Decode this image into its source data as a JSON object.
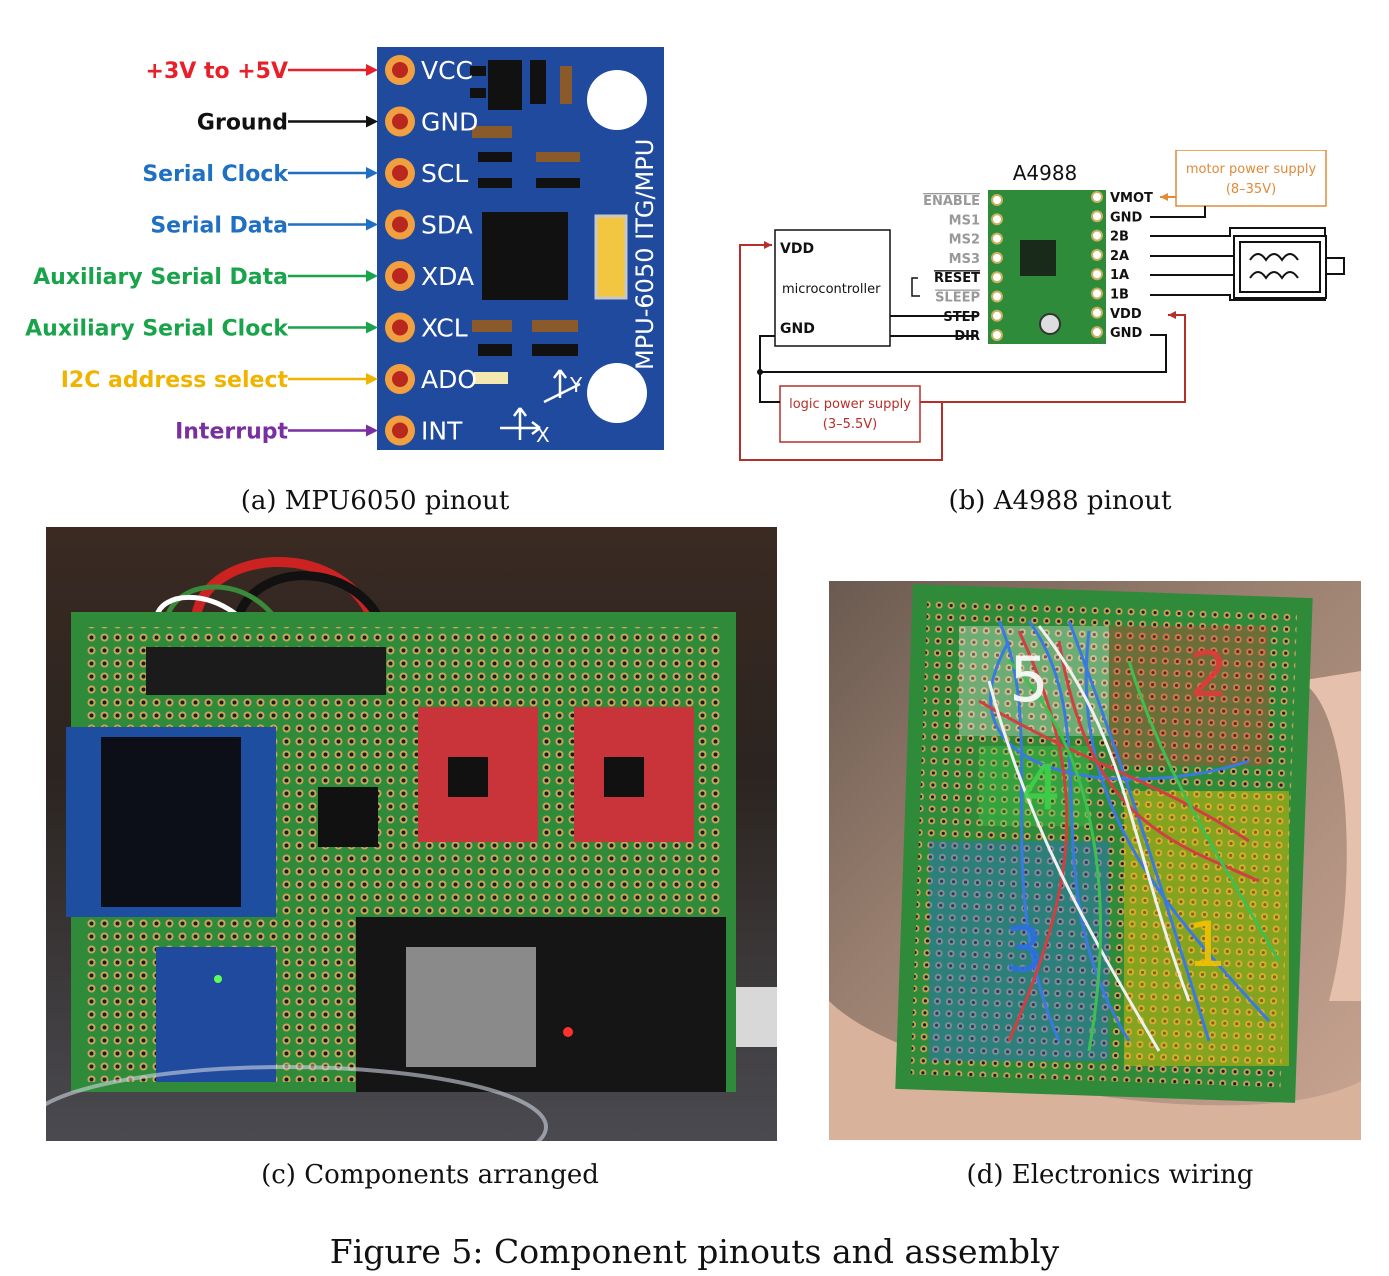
{
  "mpu": {
    "chip_label": "MPU-6050 ITG/MPU",
    "pins": [
      {
        "pin": "VCC",
        "desc": "+3V to +5V",
        "color": "#e8202a"
      },
      {
        "pin": "GND",
        "desc": "Ground",
        "color": "#111111"
      },
      {
        "pin": "SCL",
        "desc": "Serial Clock",
        "color": "#1f6fc2"
      },
      {
        "pin": "SDA",
        "desc": "Serial Data",
        "color": "#1f6fc2"
      },
      {
        "pin": "XDA",
        "desc": "Auxiliary Serial Data",
        "color": "#19a34a"
      },
      {
        "pin": "XCL",
        "desc": "Auxiliary Serial Clock",
        "color": "#19a34a"
      },
      {
        "pin": "ADO",
        "desc": "I2C address select",
        "color": "#f0b400"
      },
      {
        "pin": "INT",
        "desc": "Interrupt",
        "color": "#7a2fa0"
      }
    ],
    "axis_y": "Y",
    "axis_x": "X"
  },
  "a4988": {
    "title": "A4988",
    "left_pins": [
      {
        "label": "ENABLE",
        "style": "grey-over"
      },
      {
        "label": "MS1",
        "style": "grey"
      },
      {
        "label": "MS2",
        "style": "grey"
      },
      {
        "label": "MS3",
        "style": "grey"
      },
      {
        "label": "RESET",
        "style": "black-over"
      },
      {
        "label": "SLEEP",
        "style": "grey-over"
      },
      {
        "label": "STEP",
        "style": "black"
      },
      {
        "label": "DIR",
        "style": "black"
      }
    ],
    "right_pins": [
      "VMOT",
      "GND",
      "2B",
      "2A",
      "1A",
      "1B",
      "VDD",
      "GND"
    ],
    "mcu_vdd": "VDD",
    "mcu_label": "microcontroller",
    "mcu_gnd": "GND",
    "motor_supply_line1": "motor power supply",
    "motor_supply_line2": "(8–35V)",
    "logic_supply_line1": "logic power supply",
    "logic_supply_line2": "(3–5.5V)"
  },
  "wiring": {
    "zones": [
      {
        "label": "5",
        "color": "#ffffff"
      },
      {
        "label": "2",
        "color": "#e03a3a"
      },
      {
        "label": "4",
        "color": "#3fd14a"
      },
      {
        "label": "3",
        "color": "#2b6fe0"
      },
      {
        "label": "1",
        "color": "#f2c200"
      }
    ]
  },
  "captions": {
    "a": "(a) MPU6050 pinout",
    "b": "(b) A4988 pinout",
    "c": "(c) Components arranged",
    "d": "(d) Electronics wiring",
    "figure": "Figure 5: Component pinouts and assembly"
  }
}
